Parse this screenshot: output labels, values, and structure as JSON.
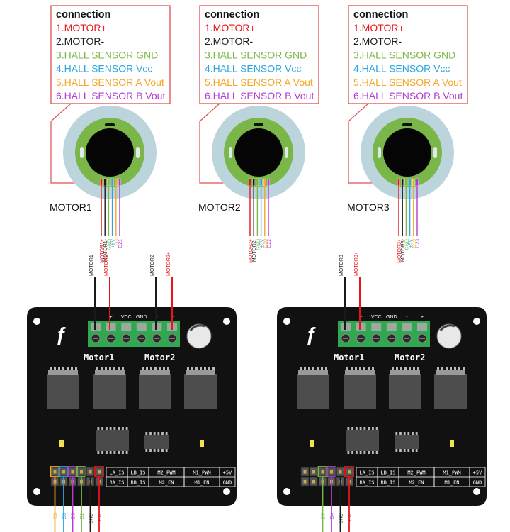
{
  "colors": {
    "motor_plus": "#e8141b",
    "motor_minus": "#1a1a1a",
    "hall_gnd": "#7ab648",
    "hall_vcc": "#2aa5e0",
    "hall_a": "#f5a623",
    "hall_b": "#b23ccf",
    "callout_border": "#e05050",
    "board": "#111111",
    "terminal": "#2fa84f",
    "motor_ring_outer": "#bcd4dc",
    "motor_ring_inner": "#7ab648"
  },
  "connection_boxes": [
    {
      "heading": "connection",
      "lines": [
        {
          "text": "1.MOTOR+",
          "color_key": "motor_plus"
        },
        {
          "text": "2.MOTOR-",
          "color_key": "motor_minus"
        },
        {
          "text": "3.HALL SENSOR GND",
          "color_key": "hall_gnd"
        },
        {
          "text": "4.HALL SENSOR Vcc",
          "color_key": "hall_vcc"
        },
        {
          "text": "5.HALL SENSOR A Vout",
          "color_key": "hall_a"
        },
        {
          "text": "6.HALL SENSOR B Vout",
          "color_key": "hall_b"
        }
      ]
    },
    {
      "heading": "connection",
      "lines": [
        {
          "text": "1.MOTOR+",
          "color_key": "motor_plus"
        },
        {
          "text": "2.MOTOR-",
          "color_key": "motor_minus"
        },
        {
          "text": "3.HALL SENSOR GND",
          "color_key": "hall_gnd"
        },
        {
          "text": "4.HALL SENSOR Vcc",
          "color_key": "hall_vcc"
        },
        {
          "text": "5.HALL SENSOR A Vout",
          "color_key": "hall_a"
        },
        {
          "text": "6.HALL SENSOR B Vout",
          "color_key": "hall_b"
        }
      ]
    },
    {
      "heading": "connection",
      "lines": [
        {
          "text": "1.MOTOR+",
          "color_key": "motor_plus"
        },
        {
          "text": "2.MOTOR-",
          "color_key": "motor_minus"
        },
        {
          "text": "3.HALL SENSOR GND",
          "color_key": "hall_gnd"
        },
        {
          "text": "4.HALL SENSOR Vcc",
          "color_key": "hall_vcc"
        },
        {
          "text": "5.HALL SENSOR A Vout",
          "color_key": "hall_a"
        },
        {
          "text": "6.HALL SENSOR B Vout",
          "color_key": "hall_b"
        }
      ]
    }
  ],
  "motors": [
    {
      "label": "MOTOR1",
      "wire_labels": [
        {
          "text": "MOTOR1+",
          "color_key": "motor_plus"
        },
        {
          "text": "MOTOR1-",
          "color_key": "motor_minus"
        },
        {
          "text": "GND",
          "color_key": "hall_gnd"
        },
        {
          "text": "+5V",
          "color_key": "hall_vcc"
        },
        {
          "text": "D3",
          "color_key": "hall_a"
        },
        {
          "text": "D21",
          "color_key": "hall_b"
        }
      ]
    },
    {
      "label": "MOTOR2",
      "wire_labels": [
        {
          "text": "MOTOR2+",
          "color_key": "motor_plus"
        },
        {
          "text": "MOTOR2-",
          "color_key": "motor_minus"
        },
        {
          "text": "GND",
          "color_key": "hall_gnd"
        },
        {
          "text": "+5V",
          "color_key": "hall_vcc"
        },
        {
          "text": "D20",
          "color_key": "hall_a"
        },
        {
          "text": "D22",
          "color_key": "hall_b"
        }
      ]
    },
    {
      "label": "MOTOR3",
      "wire_labels": [
        {
          "text": "MOTOR3+",
          "color_key": "motor_plus"
        },
        {
          "text": "MOTOR3-",
          "color_key": "motor_minus"
        },
        {
          "text": "GND",
          "color_key": "hall_gnd"
        },
        {
          "text": "+5V",
          "color_key": "hall_vcc"
        },
        {
          "text": "D19",
          "color_key": "hall_a"
        },
        {
          "text": "D23",
          "color_key": "hall_b"
        }
      ]
    }
  ],
  "boards": [
    {
      "top_wires": [
        {
          "text": "MOTOR1 -",
          "color_key": "motor_minus"
        },
        {
          "text": "MOTOR1+",
          "color_key": "motor_plus"
        },
        {
          "text": "MOTOR2 -",
          "color_key": "motor_minus"
        },
        {
          "text": "MOTOR2+",
          "color_key": "motor_plus"
        }
      ],
      "terminal_labels": [
        "-",
        "+",
        "VCC",
        "GND",
        "-",
        "+"
      ],
      "motor_labels": [
        "Motor1",
        "Motor2"
      ],
      "logo": "ƒ",
      "pin_table": [
        [
          "LA_IS",
          "LB_IS",
          "M2_PWM",
          "M1_PWM",
          "+5V"
        ],
        [
          "RA_IS",
          "RB_IS",
          "M2_EN",
          "M1_EN",
          "GND"
        ]
      ],
      "bottom_wires": [
        {
          "text": "D3",
          "color_key": "hall_a"
        },
        {
          "text": "D6",
          "color_key": "hall_vcc"
        },
        {
          "text": "D5",
          "color_key": "hall_b"
        },
        {
          "text": "D2",
          "color_key": "hall_gnd"
        },
        {
          "text": "GND",
          "color_key": "motor_minus"
        },
        {
          "text": "+5V",
          "color_key": "motor_plus"
        }
      ]
    },
    {
      "top_wires": [
        {
          "text": "MOTOR3 -",
          "color_key": "motor_minus"
        },
        {
          "text": "MOTOR3+",
          "color_key": "motor_plus"
        }
      ],
      "terminal_labels": [
        "-",
        "+",
        "VCC",
        "GND",
        "-",
        "+"
      ],
      "motor_labels": [
        "Motor1",
        "Motor2"
      ],
      "logo": "ƒ",
      "pin_table": [
        [
          "LA_IS",
          "LB_IS",
          "M2_PWM",
          "M1_PWM",
          "+5V"
        ],
        [
          "RA_IS",
          "RB_IS",
          "M2_EN",
          "M1_EN",
          "GND"
        ]
      ],
      "bottom_wires": [
        {
          "text": "D7",
          "color_key": "hall_gnd"
        },
        {
          "text": "D4",
          "color_key": "hall_b"
        },
        {
          "text": "GND",
          "color_key": "motor_minus"
        },
        {
          "text": "+5V",
          "color_key": "motor_plus"
        }
      ]
    }
  ]
}
